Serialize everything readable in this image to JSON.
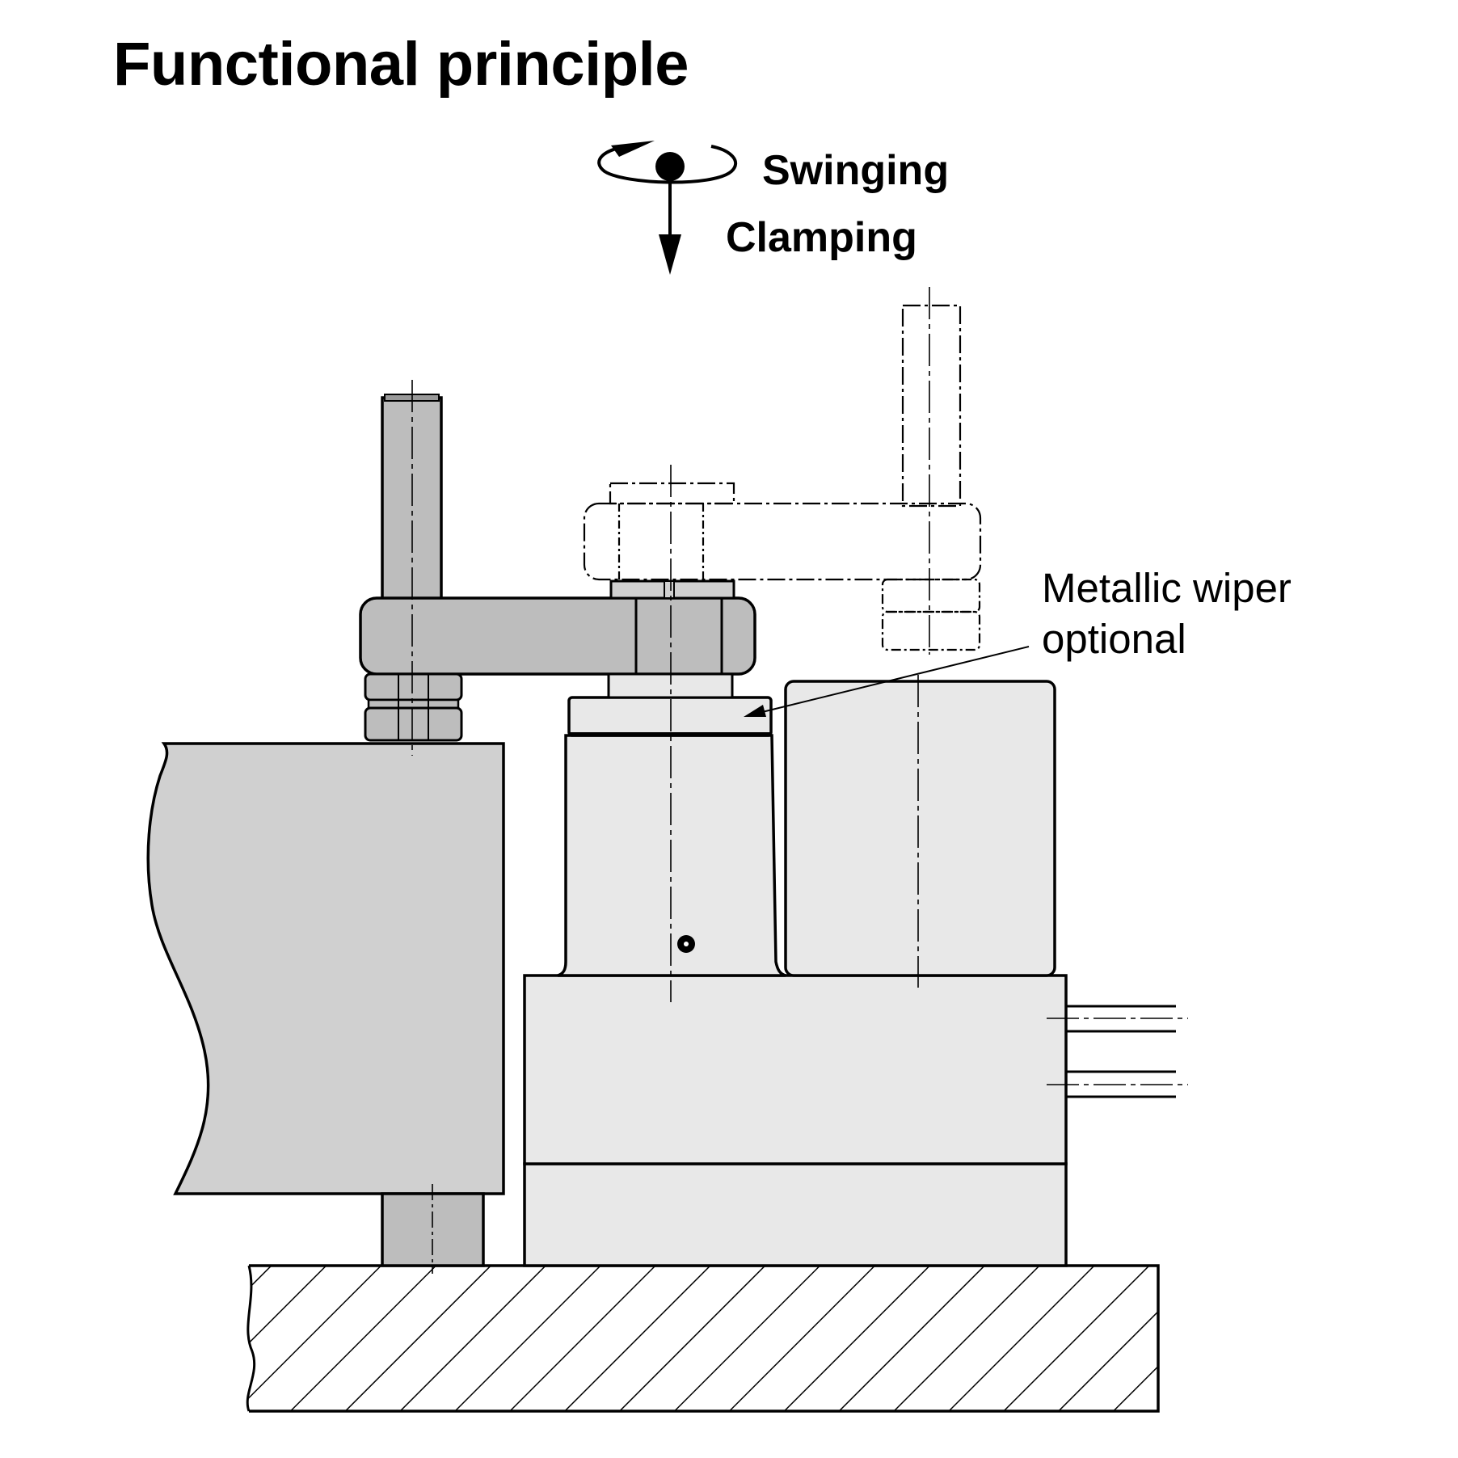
{
  "title": "Functional principle",
  "labels": {
    "swinging": "Swinging",
    "clamping": "Clamping",
    "wiper_line1": "Metallic wiper",
    "wiper_line2": "optional"
  },
  "colors": {
    "ink": "#000000",
    "part_dark": "#bdbdbd",
    "fixture": "#d0d0d0",
    "body_light": "#e8e8e8",
    "background": "#ffffff"
  }
}
